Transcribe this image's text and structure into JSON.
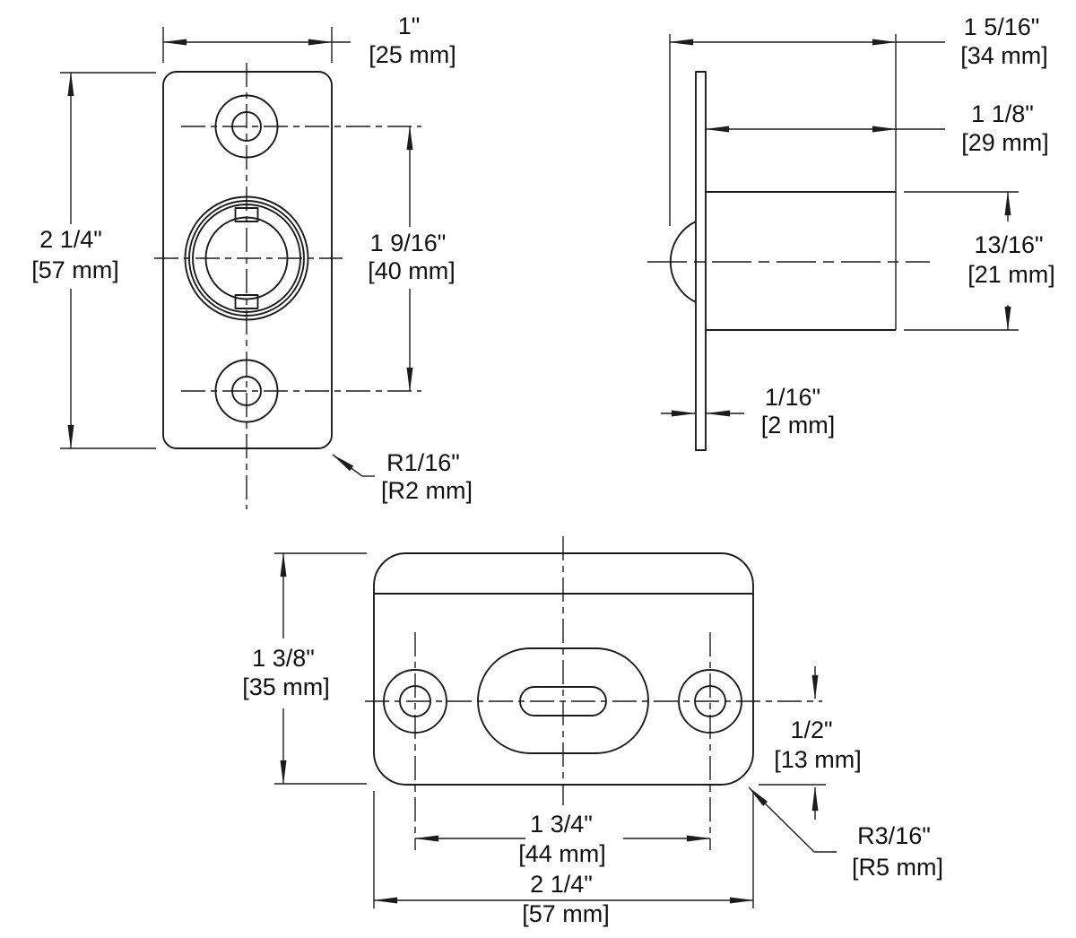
{
  "drawing": {
    "type": "engineering-dimension-drawing",
    "subject": "drive-in ball catch with strike plate",
    "colors": {
      "background": "#ffffff",
      "line": "#1c1c1c",
      "text": "#111111"
    },
    "views": {
      "front_view": {
        "width": {
          "imperial": "1\"",
          "metric": "[25 mm]"
        },
        "height": {
          "imperial": "2 1/4\"",
          "metric": "[57 mm]"
        },
        "hole_spacing": {
          "imperial": "1 9/16\"",
          "metric": "[40 mm]"
        },
        "corner_radius": {
          "imperial": "R1/16\"",
          "metric": "[R2 mm]"
        }
      },
      "side_view": {
        "overall_depth": {
          "imperial": "1 5/16\"",
          "metric": "[34 mm]"
        },
        "body_depth": {
          "imperial": "1 1/8\"",
          "metric": "[29 mm]"
        },
        "body_diameter": {
          "imperial": "13/16\"",
          "metric": "[21 mm]"
        },
        "faceplate_thickness": {
          "imperial": "1/16\"",
          "metric": "[2 mm]"
        }
      },
      "strike_plate_view": {
        "height": {
          "imperial": "1 3/8\"",
          "metric": "[35 mm]"
        },
        "edge_offset": {
          "imperial": "1/2\"",
          "metric": "[13 mm]"
        },
        "hole_spacing": {
          "imperial": "1 3/4\"",
          "metric": "[44 mm]"
        },
        "width": {
          "imperial": "2 1/4\"",
          "metric": "[57 mm]"
        },
        "corner_radius": {
          "imperial": "R3/16\"",
          "metric": "[R5 mm]"
        }
      }
    }
  }
}
